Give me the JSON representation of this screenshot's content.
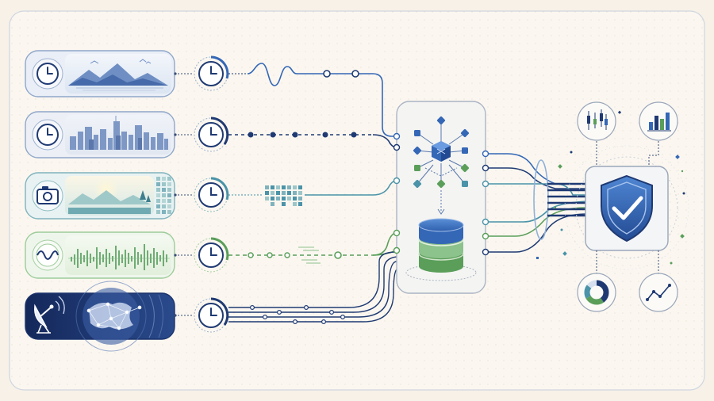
{
  "colors": {
    "background": "#f7f1e8",
    "frame_border": "#cfd6e0",
    "navy": "#1f3a73",
    "blue": "#3467b6",
    "light_blue": "#8fb0da",
    "teal": "#4a93a8",
    "green": "#5a9e5a",
    "pale_green": "#cfe3c9",
    "panel_fill": "#f4f4f2"
  },
  "sources": [
    {
      "name": "landscape-source",
      "scene": "mountains",
      "input_icon": "clock-icon",
      "signal": "sine-wave"
    },
    {
      "name": "city-source",
      "scene": "city-skyline",
      "input_icon": "clock-icon",
      "signal": "dotted-stream"
    },
    {
      "name": "camera-source",
      "scene": "lake-forest",
      "input_icon": "camera-icon",
      "signal": "pixel-grid"
    },
    {
      "name": "sensor-source",
      "scene": "waveform-bars",
      "input_icon": "wave-icon",
      "signal": "dash-stream"
    },
    {
      "name": "satellite-source",
      "scene": "globe-network",
      "input_icon": "satellite-dish-icon",
      "signal": "multi-line-bus"
    }
  ],
  "hub": {
    "icons": [
      "network-cube-icon",
      "database-icon"
    ]
  },
  "output": {
    "main_icon": "shield-check-icon",
    "satellites": [
      "candlestick-chart-icon",
      "bar-chart-icon",
      "donut-chart-icon",
      "line-chart-icon"
    ]
  }
}
